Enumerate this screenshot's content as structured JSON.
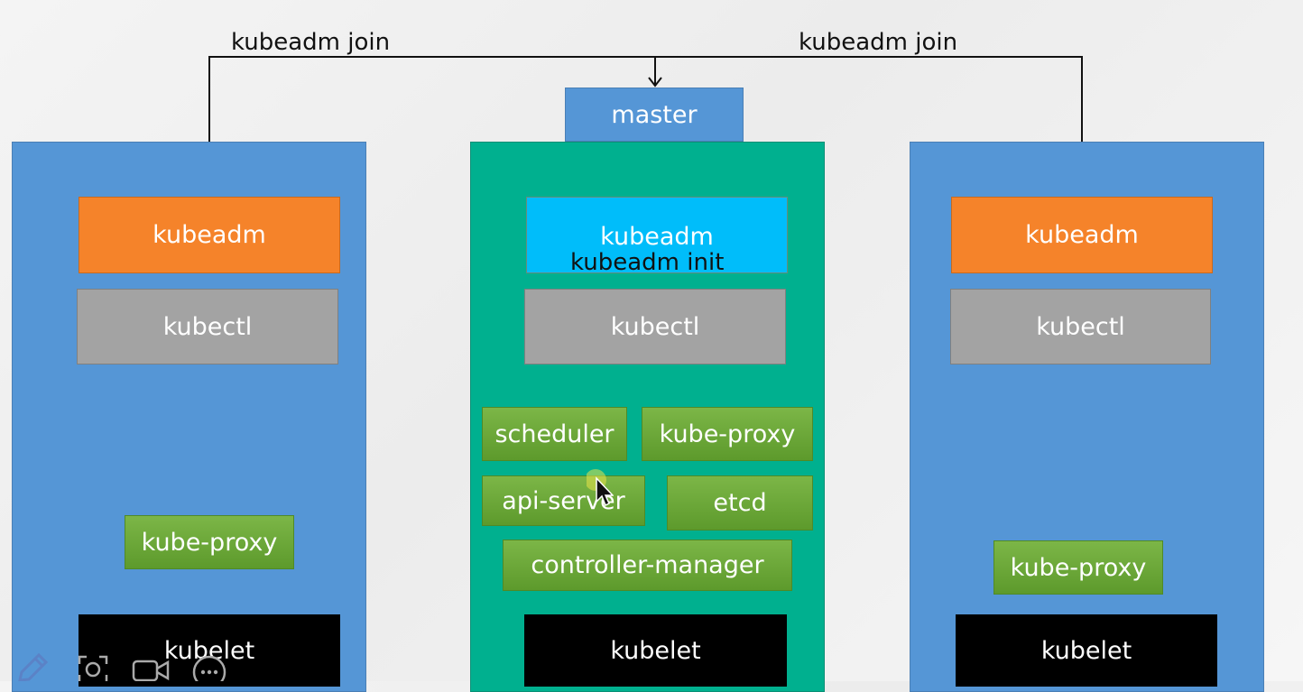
{
  "connector_labels": {
    "left": "kubeadm join",
    "right": "kubeadm join"
  },
  "master_tab": "master",
  "left_node": {
    "kubeadm": "kubeadm",
    "kubectl": "kubectl",
    "kube_proxy": "kube-proxy",
    "kubelet": "kubelet"
  },
  "master_node": {
    "kubeadm": "kubeadm",
    "kubeadm_init": "kubeadm init",
    "kubectl": "kubectl",
    "scheduler": "scheduler",
    "kube_proxy": "kube-proxy",
    "api_server": "api-server",
    "etcd": "etcd",
    "controller_manager": "controller-manager",
    "kubelet": "kubelet"
  },
  "right_node": {
    "kubeadm": "kubeadm",
    "kubectl": "kubectl",
    "kube_proxy": "kube-proxy",
    "kubelet": "kubelet"
  },
  "toolbar_icons": [
    "pen-icon",
    "screenshot-icon",
    "video-camera-icon",
    "more-options-icon"
  ],
  "colors": {
    "worker_node": "#5596d6",
    "master_node": "#00b08f",
    "kubeadm_worker": "#f5832a",
    "kubeadm_master": "#00bdfa",
    "kubectl": "#a3a3a3",
    "component": "#6aa738",
    "kubelet": "#000000"
  }
}
